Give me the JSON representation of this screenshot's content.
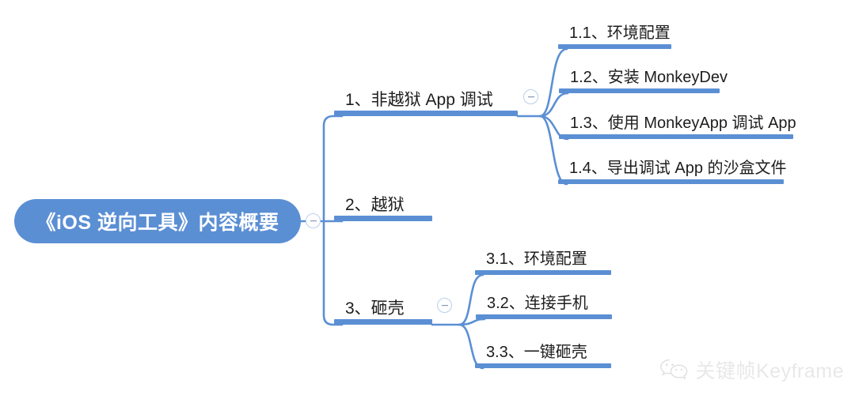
{
  "document": {
    "type": "mind-map",
    "title": "《iOS 逆向工具》内容概要"
  },
  "colors": {
    "node_fill": "#5B8FD4",
    "bar": "#5B8FD4",
    "connector": "#5B8FD4",
    "root_text": "#FFFFFF",
    "topic_text": "#1D1D1F",
    "toggle_border": "#B9CFEA",
    "watermark": "#C9C9CD",
    "background": "#FFFFFF"
  },
  "root": {
    "label": "《iOS 逆向工具》内容概要",
    "toggle": "collapse-minus"
  },
  "branches": [
    {
      "id": "1",
      "label": "1、非越狱 App 调试",
      "toggle": "collapse-minus",
      "children": [
        {
          "id": "1.1",
          "label": "1.1、环境配置"
        },
        {
          "id": "1.2",
          "label": "1.2、安装 MonkeyDev"
        },
        {
          "id": "1.3",
          "label": "1.3、使用 MonkeyApp 调试 App"
        },
        {
          "id": "1.4",
          "label": "1.4、导出调试 App 的沙盒文件"
        }
      ]
    },
    {
      "id": "2",
      "label": "2、越狱",
      "toggle": null,
      "children": []
    },
    {
      "id": "3",
      "label": "3、砸壳",
      "toggle": "collapse-minus",
      "children": [
        {
          "id": "3.1",
          "label": "3.1、环境配置"
        },
        {
          "id": "3.2",
          "label": "3.2、连接手机"
        },
        {
          "id": "3.3",
          "label": "3.3、一键砸壳"
        }
      ]
    }
  ],
  "watermark": {
    "icon": "wechat-icon",
    "text": "关键帧Keyframe"
  }
}
